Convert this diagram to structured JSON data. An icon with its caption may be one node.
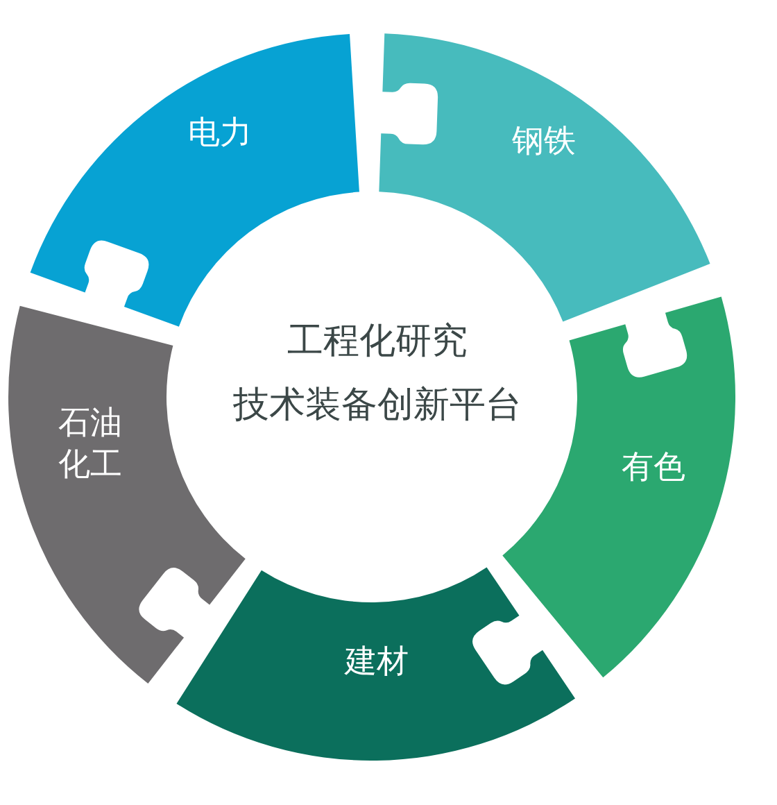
{
  "diagram": {
    "nodes": [
      {
        "text": [
          "电力"
        ]
      },
      {
        "text": [
          "钢铁"
        ]
      },
      {
        "text": [
          "有色"
        ]
      },
      {
        "text": [
          "建材"
        ]
      },
      {
        "text": [
          "石油化工"
        ]
      }
    ],
    "labels": [
      "工程化研究技术装备创新平台"
    ]
  }
}
